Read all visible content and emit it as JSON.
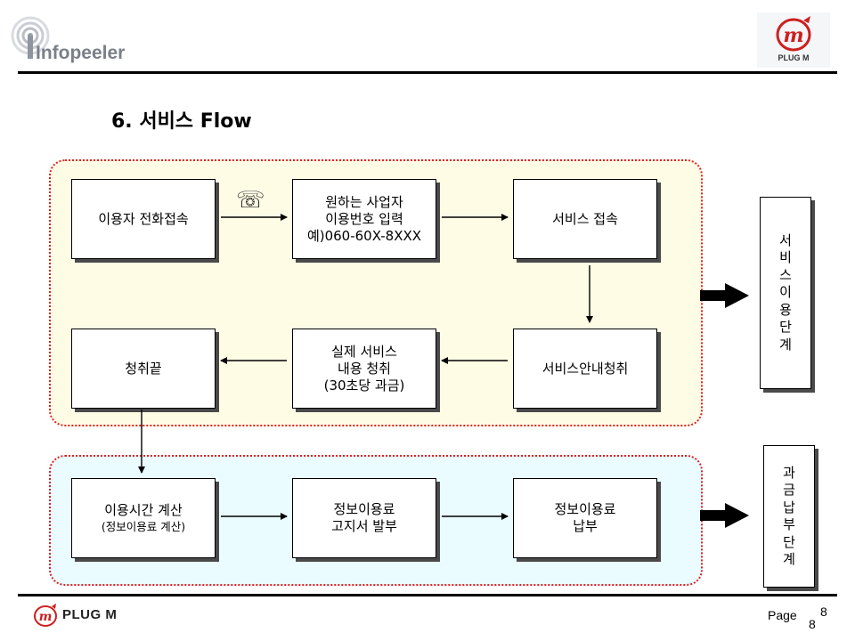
{
  "header": {
    "left_logo_text": "Infopeeler",
    "right_logo_text": "PLUG M"
  },
  "title": "6. 서비스 Flow",
  "flow": {
    "user_call": "이용자 전화접속",
    "enter_number_l1": "원하는 사업자",
    "enter_number_l2": "이용번호 입력",
    "enter_number_l3": "예)060-60X-8XXX",
    "service_connect": "서비스 접속",
    "end_listen": "청취끝",
    "actual_service_l1": "실제 서비스",
    "actual_service_l2": "내용 청취",
    "actual_service_l3": "(30초당 과금)",
    "service_guide": "서비스안내청취",
    "usage_time_l1": "이용시간 계산",
    "usage_time_l2": "(정보이용료 계산)",
    "bill_issue_l1": "정보이용료",
    "bill_issue_l2": "고지서 발부",
    "payment_l1": "정보이용료",
    "payment_l2": "납부"
  },
  "stages": {
    "service_use": [
      "서",
      "비",
      "스",
      "이",
      "용",
      "단",
      "계"
    ],
    "billing": [
      "과",
      "금",
      "납",
      "부",
      "단",
      "계"
    ]
  },
  "footer": {
    "logo_text": "PLUG M",
    "page_label": "Page",
    "page_number_1": "8",
    "page_number_2": "8"
  },
  "colors": {
    "group_border": "#e02020",
    "top_group_fill": "#fffce6",
    "bottom_group_fill": "#eafcff",
    "brand_red": "#cc1f1f"
  },
  "icons": {
    "phone": "telephone-icon"
  }
}
